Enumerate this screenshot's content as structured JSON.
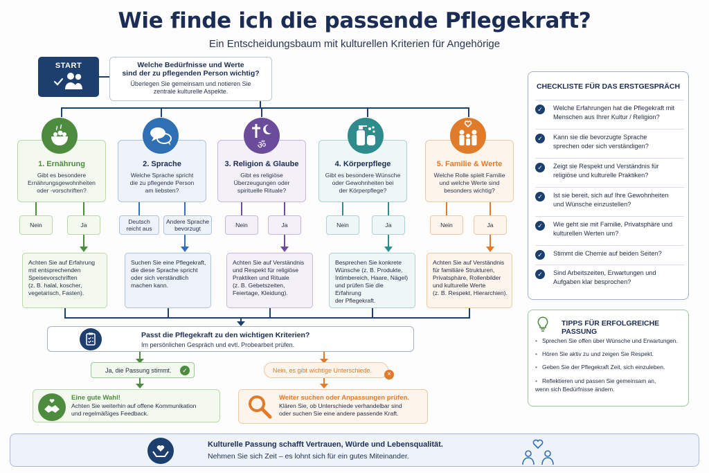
{
  "title": "Wie finde ich die passende Pflegekraft?",
  "subtitle": "Ein Entscheidungsbaum mit kulturellen Kriterien für Angehörige",
  "start": {
    "label": "START",
    "icon": "people-check-icon"
  },
  "first_question": {
    "heading": "Welche Bedürfnisse und Werte\nsind der zu pflegenden Person wichtig?",
    "text": "Überlegen Sie gemeinsam und notieren Sie\nzentrale kulturelle Aspekte."
  },
  "categories": [
    {
      "title": "1. Ernährung",
      "question": "Gibt es besondere\nErnährungsgewohnheiten\noder -vorschriften?",
      "icon": "food-bowl-icon",
      "color": "#4d8c3f",
      "bg": "#f4f9ef",
      "border": "#b9d8a8",
      "options": [
        "Nein",
        "Ja"
      ],
      "advice": "Achten Sie auf Erfahrung\nmit entsprechenden\nSpeisevorschriften\n(z. B. halal, koscher,\nvegetarisch, Fasten)."
    },
    {
      "title": "2. Sprache",
      "question": "Welche Sprache spricht\ndie zu pflegende Person\nam liebsten?",
      "icon": "speech-bubbles-icon",
      "color": "#2f6fb3",
      "bg": "#eef3fa",
      "border": "#aec3df",
      "options": [
        "Deutsch\nreicht aus",
        "Andere Sprache\nbevorzugt"
      ],
      "advice": "Suchen Sie eine Pflegekraft,\ndie diese Sprache spricht\noder sich verständlich\nmachen kann."
    },
    {
      "title": "3. Religion & Glaube",
      "question": "Gibt es religiöse\nÜberzeugungen oder\nspirituelle Rituale?",
      "icon": "religion-symbols-icon",
      "color": "#6b4c9a",
      "bg": "#f3f0f8",
      "border": "#c6b8dc",
      "options": [
        "Nein",
        "Ja"
      ],
      "advice": "Achten Sie auf Verständnis\nund Respekt für religiöse\nPraktiken und Rituale\n(z. B. Gebetszeiten,\nFeiertage, Kleidung)."
    },
    {
      "title": "4. Körperpflege",
      "question": "Gibt es besondere Wünsche\noder Gewohnheiten bei\nder Körperpflege?",
      "icon": "care-products-icon",
      "color": "#2f8c8c",
      "bg": "#eef7f6",
      "border": "#a8d3cf",
      "options": [
        "Nein",
        "Ja"
      ],
      "advice": "Besprechen Sie konkrete\nWünsche (z. B. Produkte,\nIntimbereich, Haare, Nägel)\nund prüfen Sie die Erfahrung\nder Pflegekraft."
    },
    {
      "title": "5. Familie & Werte",
      "question": "Welche Rolle spielt Familie\nund welche Werte sind\nbesonders wichtig?",
      "icon": "family-heart-icon",
      "color": "#e07b2a",
      "bg": "#fdf4ec",
      "border": "#f0c9a2",
      "options": [
        "Nein",
        "Ja"
      ],
      "advice": "Achten Sie auf Verständnis\nfür familiäre Strukturen,\nPrivatsphäre, Rollenbilder\nund kulturelle Werte\n(z. B. Respekt, Hierarchien)."
    }
  ],
  "pass_question": {
    "heading": "Passt die Pflegekraft zu den wichtigen Kriterien?",
    "text": "Im persönlichen Gespräch und evtl. Probearbeit prüfen.",
    "icon": "clipboard-check-icon"
  },
  "yes_branch": {
    "label": "Ja, die Passung stimmt.",
    "title": "Eine gute Wahl!",
    "text": "Achten Sie weiterhin auf offene Kommunikation\nund regelmäßiges Feedback.",
    "icon": "handshake-heart-icon"
  },
  "no_branch": {
    "label": "Nein, es gibt wichtige Unterschiede.",
    "title": "Weiter suchen oder Anpassungen prüfen.",
    "text": "Klären Sie, ob Unterschiede verhandelbar sind\noder suchen Sie eine andere passende Kraft.",
    "icon": "magnifier-icon"
  },
  "checklist": {
    "heading": "CHECKLISTE FÜR DAS ERSTGESPRÄCH",
    "items": [
      "Welche Erfahrungen hat die Pflegekraft mit\nMenschen aus Ihrer Kultur / Religion?",
      "Kann sie die bevorzugte Sprache\nsprechen oder sich verständigen?",
      "Zeigt sie Respekt und Verständnis für\nreligiöse und kulturelle Praktiken?",
      "Ist sie bereit, sich auf Ihre Gewohnheiten\nund Wünsche einzustellen?",
      "Wie geht sie mit Familie, Privatsphäre und\nkulturellen Werten um?",
      "Stimmt die Chemie auf beiden Seiten?",
      "Sind Arbeitszeiten, Erwartungen und\nAufgaben klar besprochen?"
    ]
  },
  "tips": {
    "heading": "TIPPS FÜR ERFOLGREICHE PASSUNG",
    "items": [
      "Sprechen Sie offen über Wünsche und Erwartungen.",
      "Hören Sie aktiv zu und zeigen Sie Respekt.",
      "Geben Sie der Pflegekraft Zeit, sich einzuleben.",
      "Reflektieren und passen Sie gemeinsam an,\n   wenn sich Bedürfnisse ändern."
    ]
  },
  "footer": {
    "line1": "Kulturelle Passung schafft Vertrauen, Würde und Lebensqualität.",
    "line2": "Nehmen Sie sich Zeit – es lohnt sich für ein gutes Miteinander."
  }
}
